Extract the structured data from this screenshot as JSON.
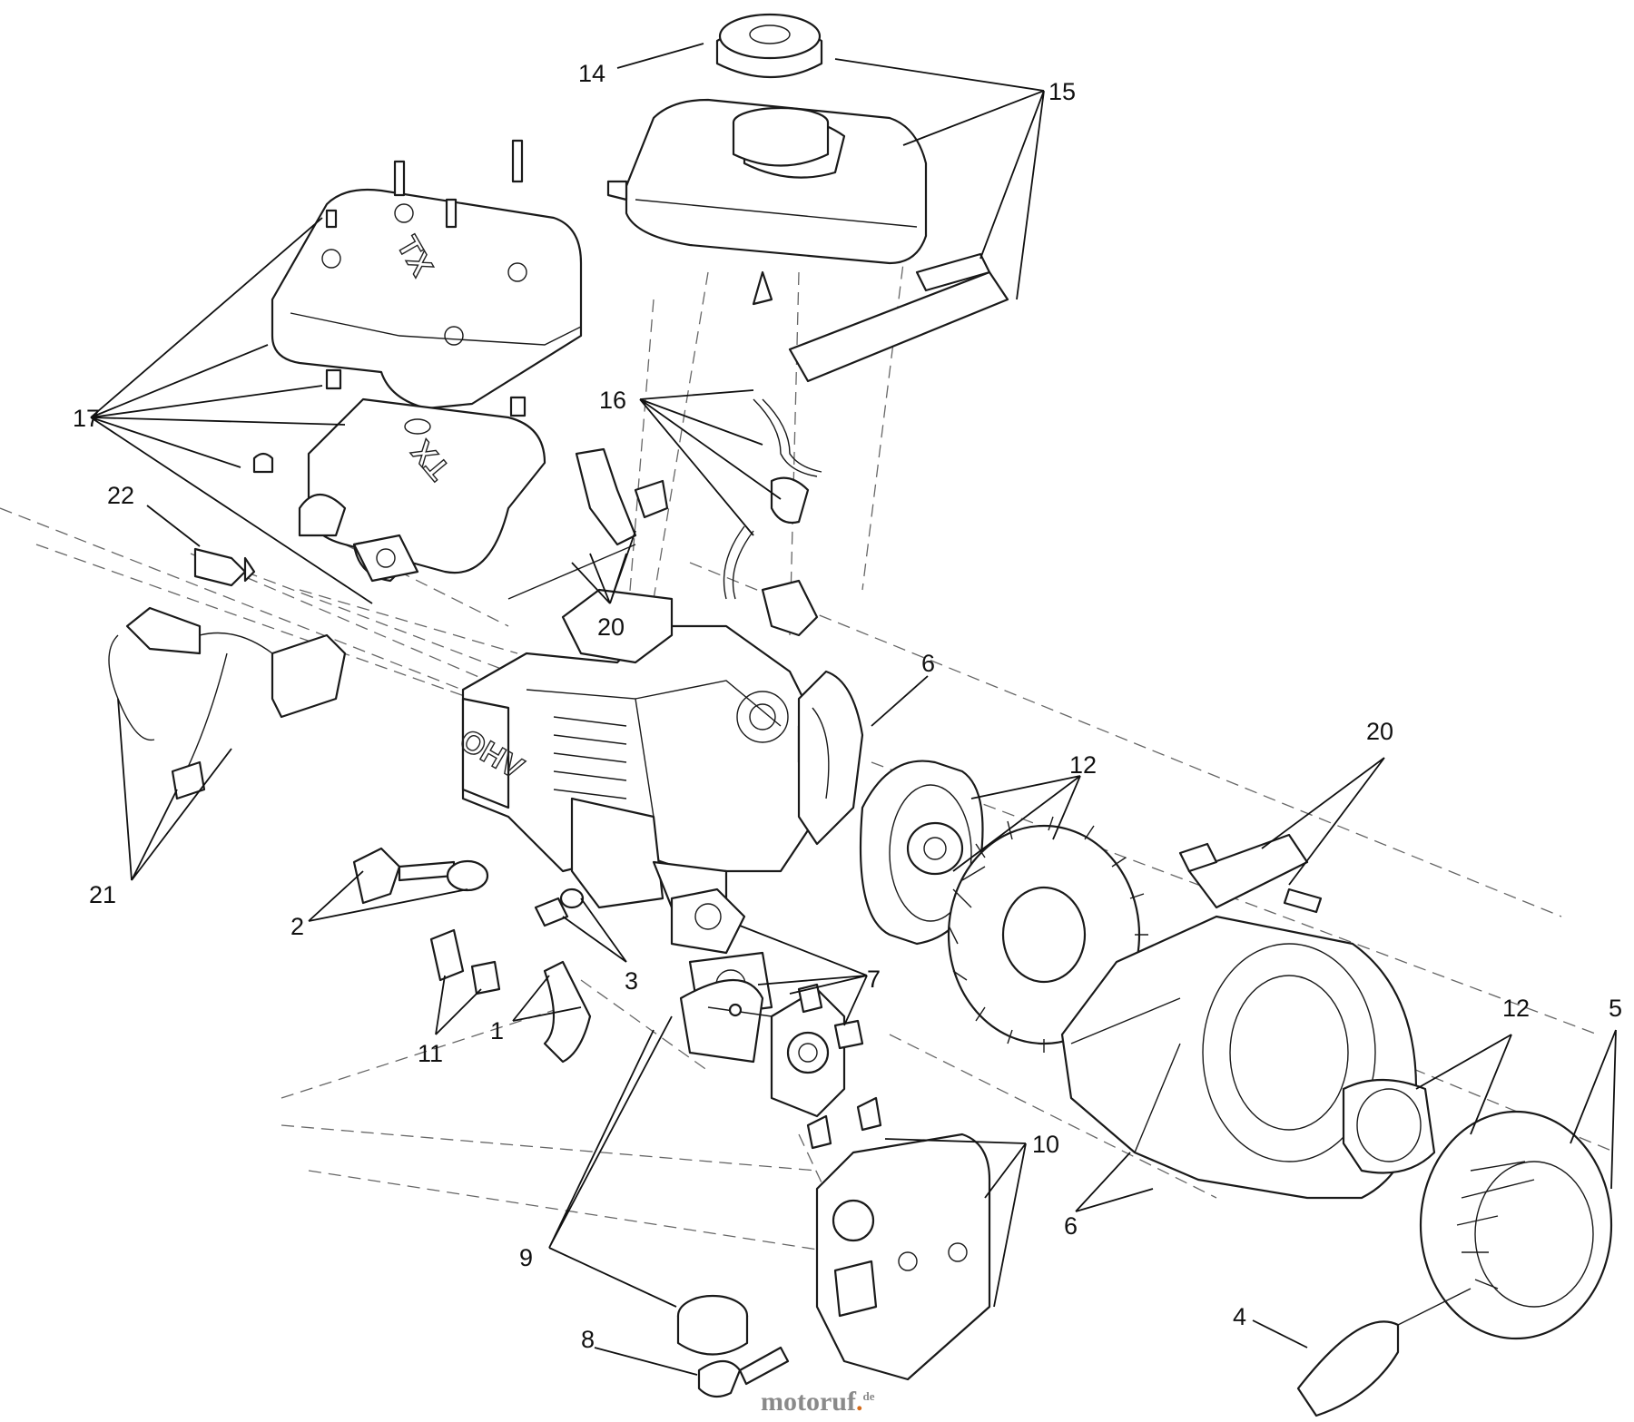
{
  "callouts": [
    {
      "id": "c14",
      "label": "14"
    },
    {
      "id": "c15",
      "label": "15"
    },
    {
      "id": "c17",
      "label": "17"
    },
    {
      "id": "c16",
      "label": "16"
    },
    {
      "id": "c22",
      "label": "22"
    },
    {
      "id": "c20a",
      "label": "20"
    },
    {
      "id": "c6a",
      "label": "6"
    },
    {
      "id": "c12a",
      "label": "12"
    },
    {
      "id": "c20b",
      "label": "20"
    },
    {
      "id": "c21",
      "label": "21"
    },
    {
      "id": "c2",
      "label": "2"
    },
    {
      "id": "c3",
      "label": "3"
    },
    {
      "id": "c7",
      "label": "7"
    },
    {
      "id": "c1",
      "label": "1"
    },
    {
      "id": "c11",
      "label": "11"
    },
    {
      "id": "c12b",
      "label": "12"
    },
    {
      "id": "c5",
      "label": "5"
    },
    {
      "id": "c10",
      "label": "10"
    },
    {
      "id": "c6b",
      "label": "6"
    },
    {
      "id": "c9",
      "label": "9"
    },
    {
      "id": "c8",
      "label": "8"
    },
    {
      "id": "c4",
      "label": "4"
    }
  ],
  "engravings": {
    "cover_logo": "TX",
    "head_logo": "OHV"
  },
  "watermark": {
    "name": "motoruf",
    "tld": "de"
  },
  "colors": {
    "line": "#1a1a1a",
    "watermark_gray": "#8a8a8a",
    "watermark_accent": "#d46b1a"
  }
}
